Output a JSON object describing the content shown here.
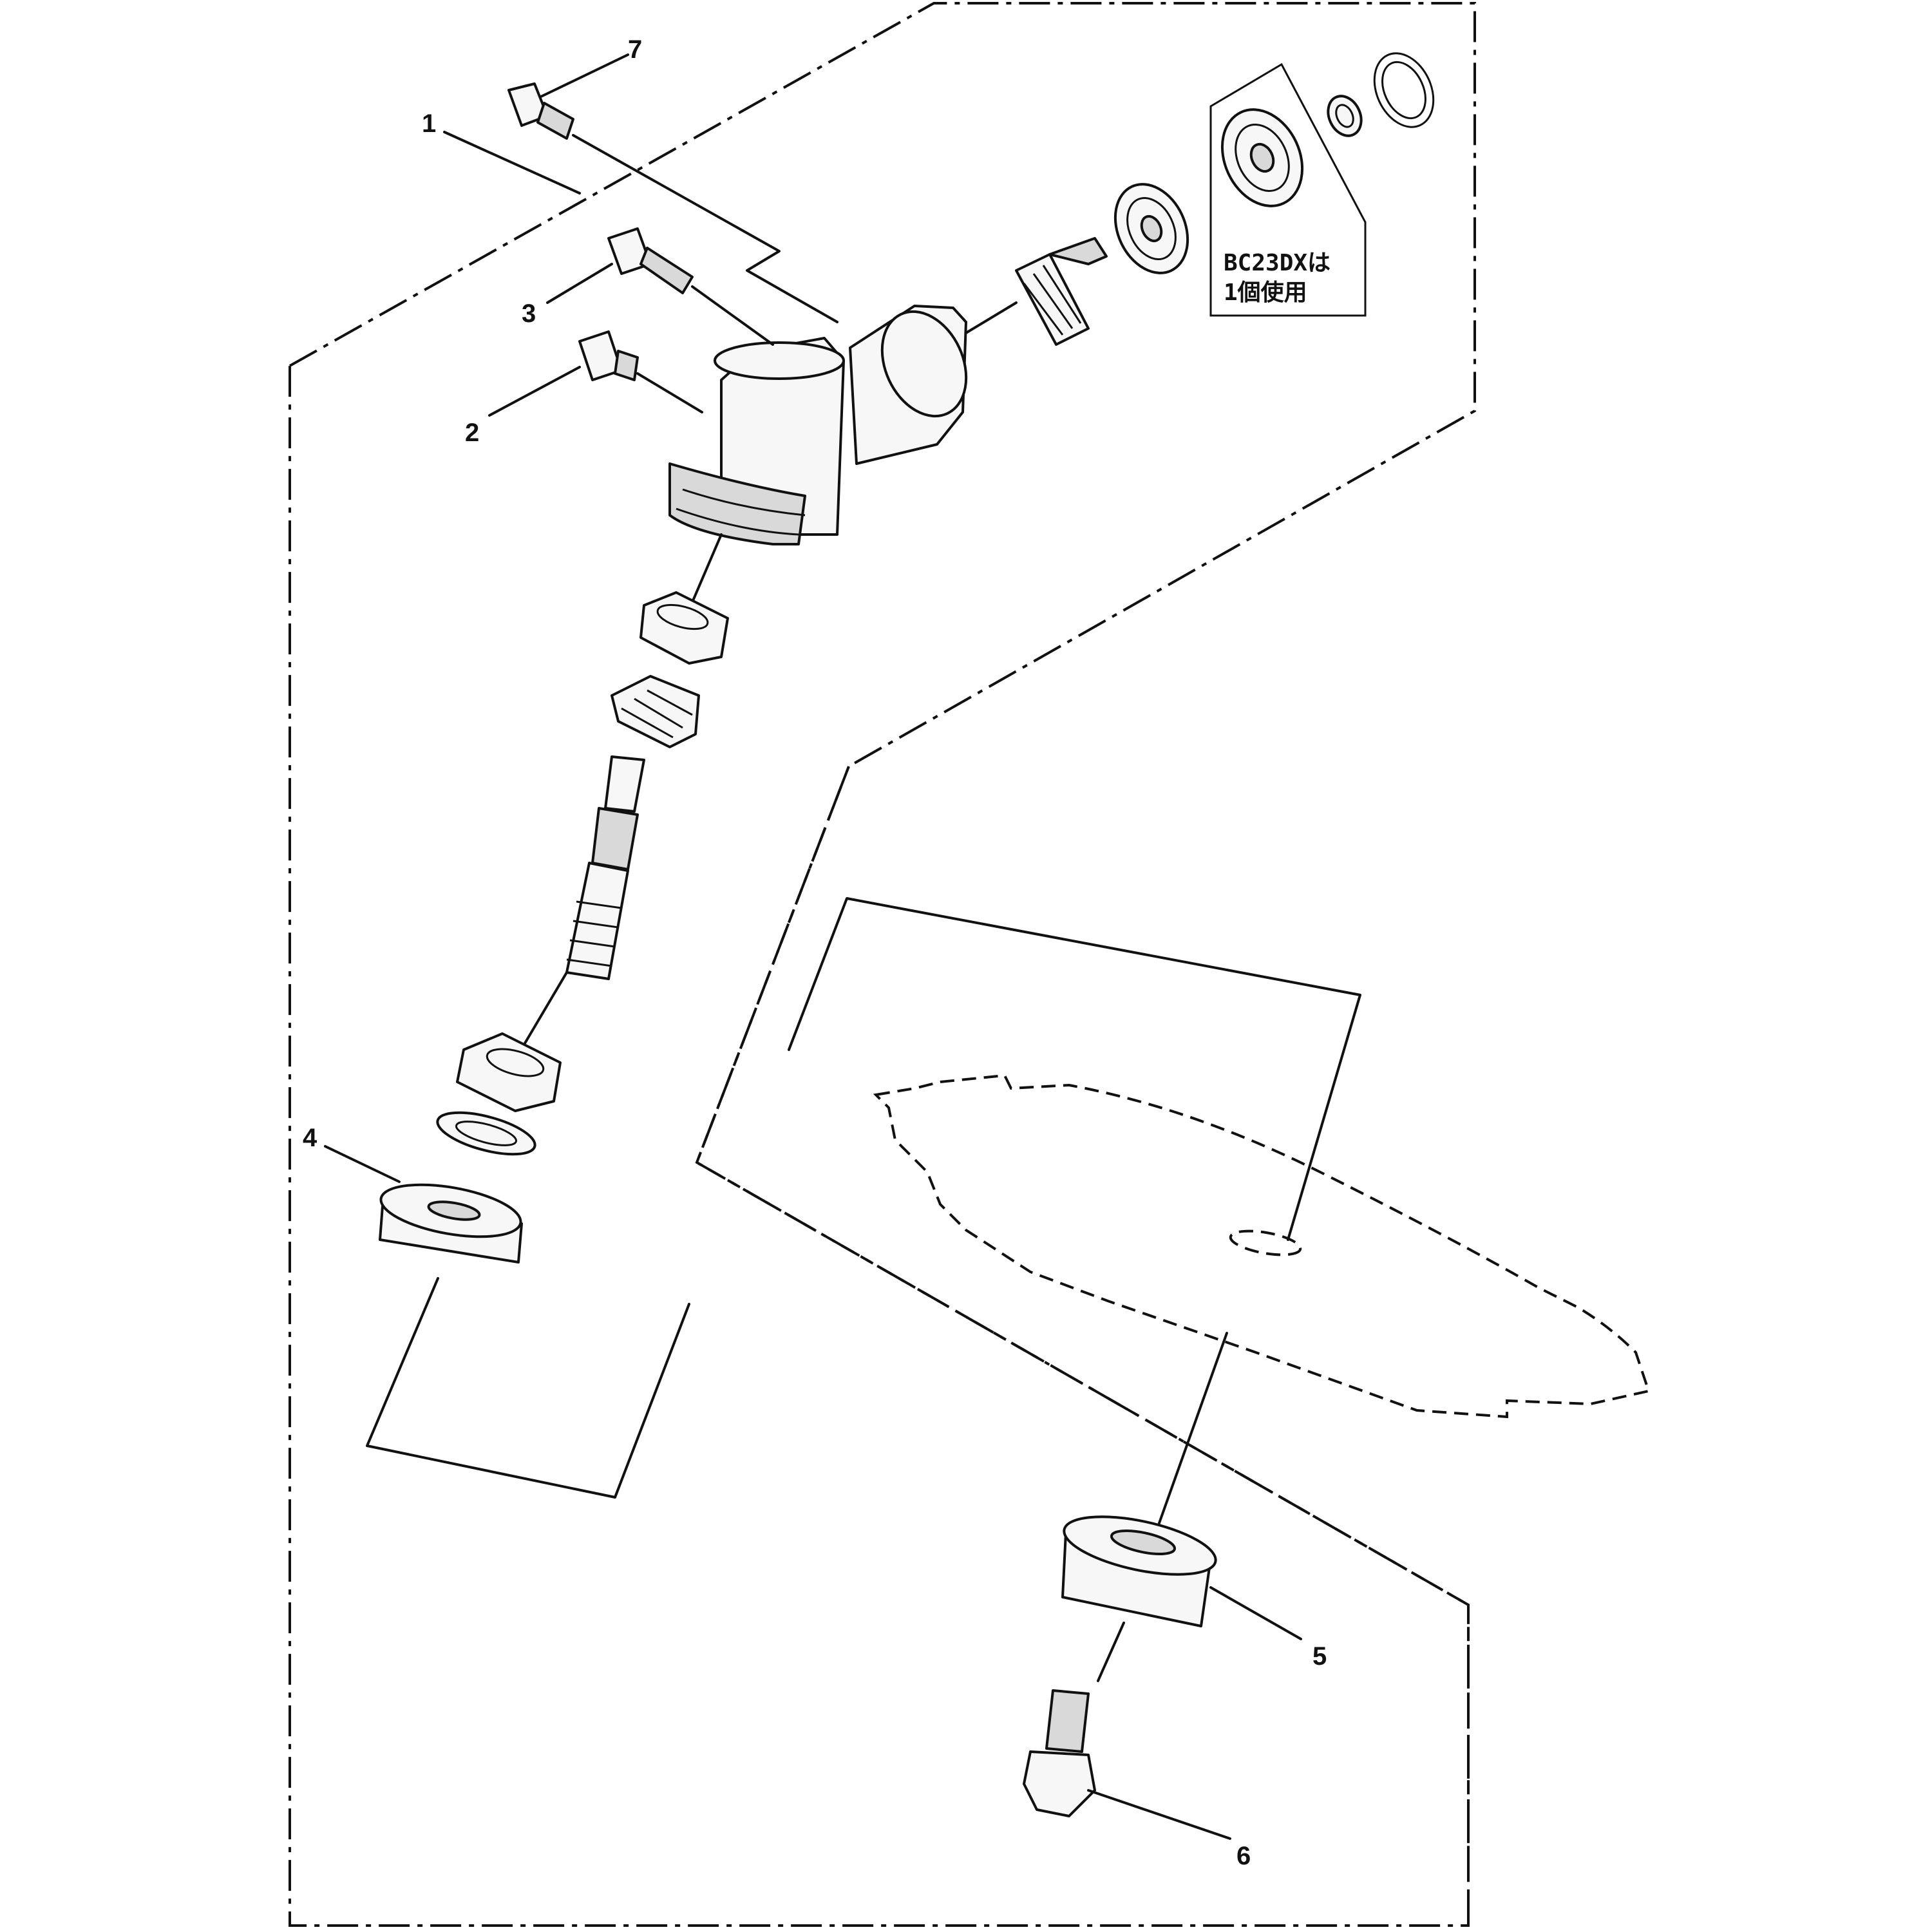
{
  "callouts": [
    {
      "id": "1",
      "label": "1"
    },
    {
      "id": "2",
      "label": "2"
    },
    {
      "id": "3",
      "label": "3"
    },
    {
      "id": "4",
      "label": "4"
    },
    {
      "id": "5",
      "label": "5"
    },
    {
      "id": "6",
      "label": "6"
    },
    {
      "id": "7",
      "label": "7"
    }
  ],
  "note": {
    "line1": "BC23DXは",
    "line2": "1個使用"
  }
}
